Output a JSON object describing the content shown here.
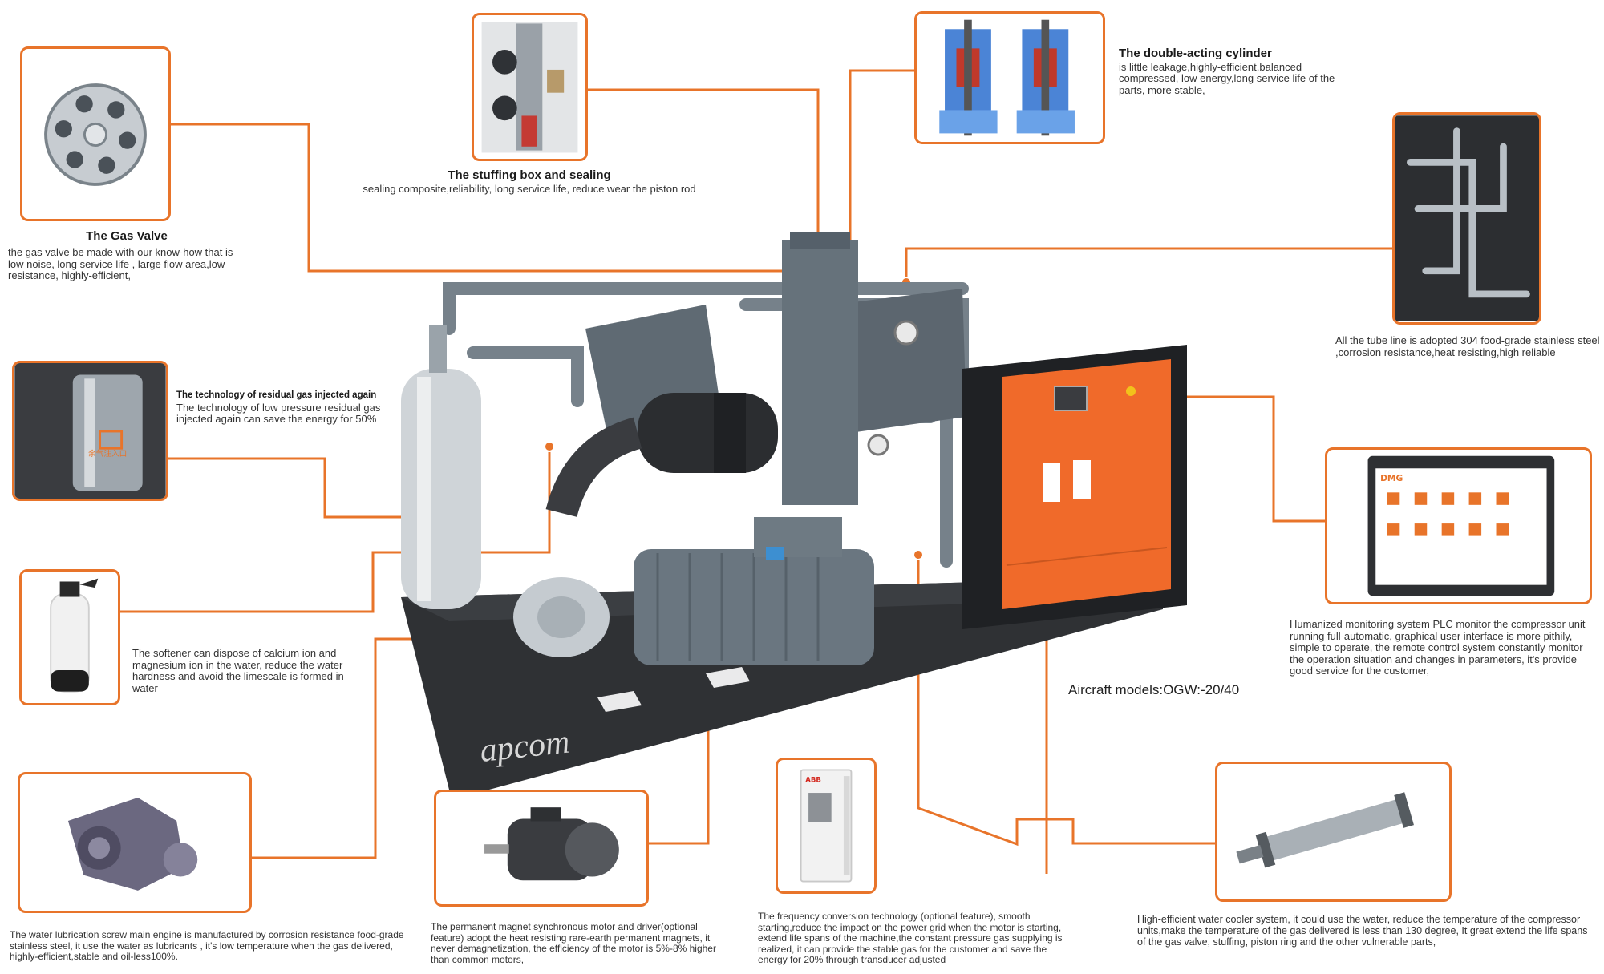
{
  "colors": {
    "accent": "#e8742a",
    "frame": "#2c2e31",
    "machine_gray": "#68737c",
    "panel_orange": "#f06a2a",
    "steel": "#d6dadd"
  },
  "model_label": "Aircraft models:OGW:-20/40",
  "base_logo_text": "apcom",
  "callouts": {
    "gas_valve": {
      "title": "The Gas Valve",
      "text": "the gas valve be made with our know-how that is low noise, long service life , large flow area,low resistance, highly-efficient,"
    },
    "stuffing_box": {
      "title": "The stuffing box and sealing",
      "text": "sealing composite,reliability, long service life, reduce wear the piston rod"
    },
    "cylinder": {
      "title": "The double-acting cylinder",
      "text": "is little leakage,highly-efficient,balanced compressed, low energy,long service life of the parts, more stable,"
    },
    "tube_line": {
      "text": "All the tube line is adopted 304 food-grade stainless steel ,corrosion resistance,heat resisting,high reliable"
    },
    "residual_gas": {
      "title": "The technology of residual gas injected again",
      "text": "The technology of low pressure residual gas injected again can save the energy for 50%",
      "image_label": "余气注入口"
    },
    "softener": {
      "text": "The softener can dispose of calcium ion and magnesium ion in the water, reduce the water hardness and avoid the limescale is formed in water"
    },
    "monitor": {
      "text": "Humanized monitoring system PLC monitor the compressor unit running full-automatic, graphical user interface is more pithily, simple to operate, the remote control system constantly monitor the operation situation and changes in parameters, it's provide good service for the customer,",
      "screen_brand": "DMG"
    },
    "screw_engine": {
      "text": "The water lubrication screw main engine is manufactured by corrosion resistance food-grade stainless steel, it use the water as lubricants , it's low temperature when the gas delivered, highly-efficient,stable and oil-less100%."
    },
    "motor": {
      "text": "The permanent magnet synchronous motor and driver(optional feature) adopt the heat resisting rare-earth permanent magnets, it never demagnetization, the efficiency of the motor is 5%-8% higher than common motors,"
    },
    "inverter": {
      "text": "The frequency conversion technology (optional feature), smooth starting,reduce the impact on the power grid when the motor is starting, extend life spans of the machine,the constant pressure gas supplying is realized, it can provide the stable gas for the customer and save the energy for 20% through transducer adjusted",
      "brand": "ABB"
    },
    "water_cooler": {
      "text": "High-efficient water cooler system, it could use the water, reduce the temperature of the compressor units,make the temperature of the gas delivered is less than 130 degree, It great extend the life spans of the gas valve, stuffing, piston ring and the other vulnerable parts,"
    }
  }
}
